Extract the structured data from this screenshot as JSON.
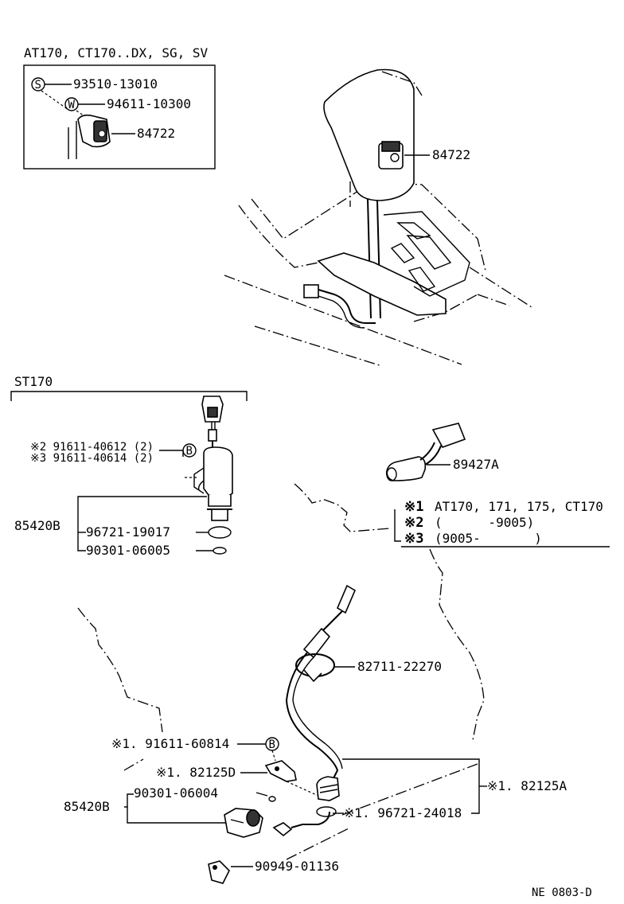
{
  "panels": {
    "top_inset": {
      "header": "AT170, CT170..DX, SG, SV",
      "screw_symbol": "S",
      "washer_symbol": "W",
      "parts": [
        "93510-13010",
        "94611-10300",
        "84722"
      ]
    },
    "st170": {
      "header": "ST170",
      "bolt_symbol": "B",
      "bolts": [
        "※2 91611-40612 (2)",
        "※3 91611-40614 (2)"
      ],
      "assembly": "85420B",
      "oring_large": "96721-19017",
      "oring_small": "90301-06005"
    }
  },
  "main_parts": {
    "shift_switch": "84722",
    "switch_89427": "89427A",
    "clamp": "82711-22270",
    "bolt_lower": "※1. 91611-60814",
    "bolt_lower_symbol": "B",
    "bracket": "※1. 82125D",
    "oring_lower": "90301-06004",
    "assembly_lower": "85420B",
    "seal_lower": "※1. 96721-24018",
    "harness": "※1. 82125A",
    "clip": "90949-01136"
  },
  "legend": {
    "items": [
      {
        "mark": "※1",
        "text": "AT170, 171, 175, CT170"
      },
      {
        "mark": "※2",
        "text": "(      -9005)"
      },
      {
        "mark": "※3",
        "text": "(9005-       )"
      }
    ]
  },
  "footer_code": "NE 0803-D"
}
